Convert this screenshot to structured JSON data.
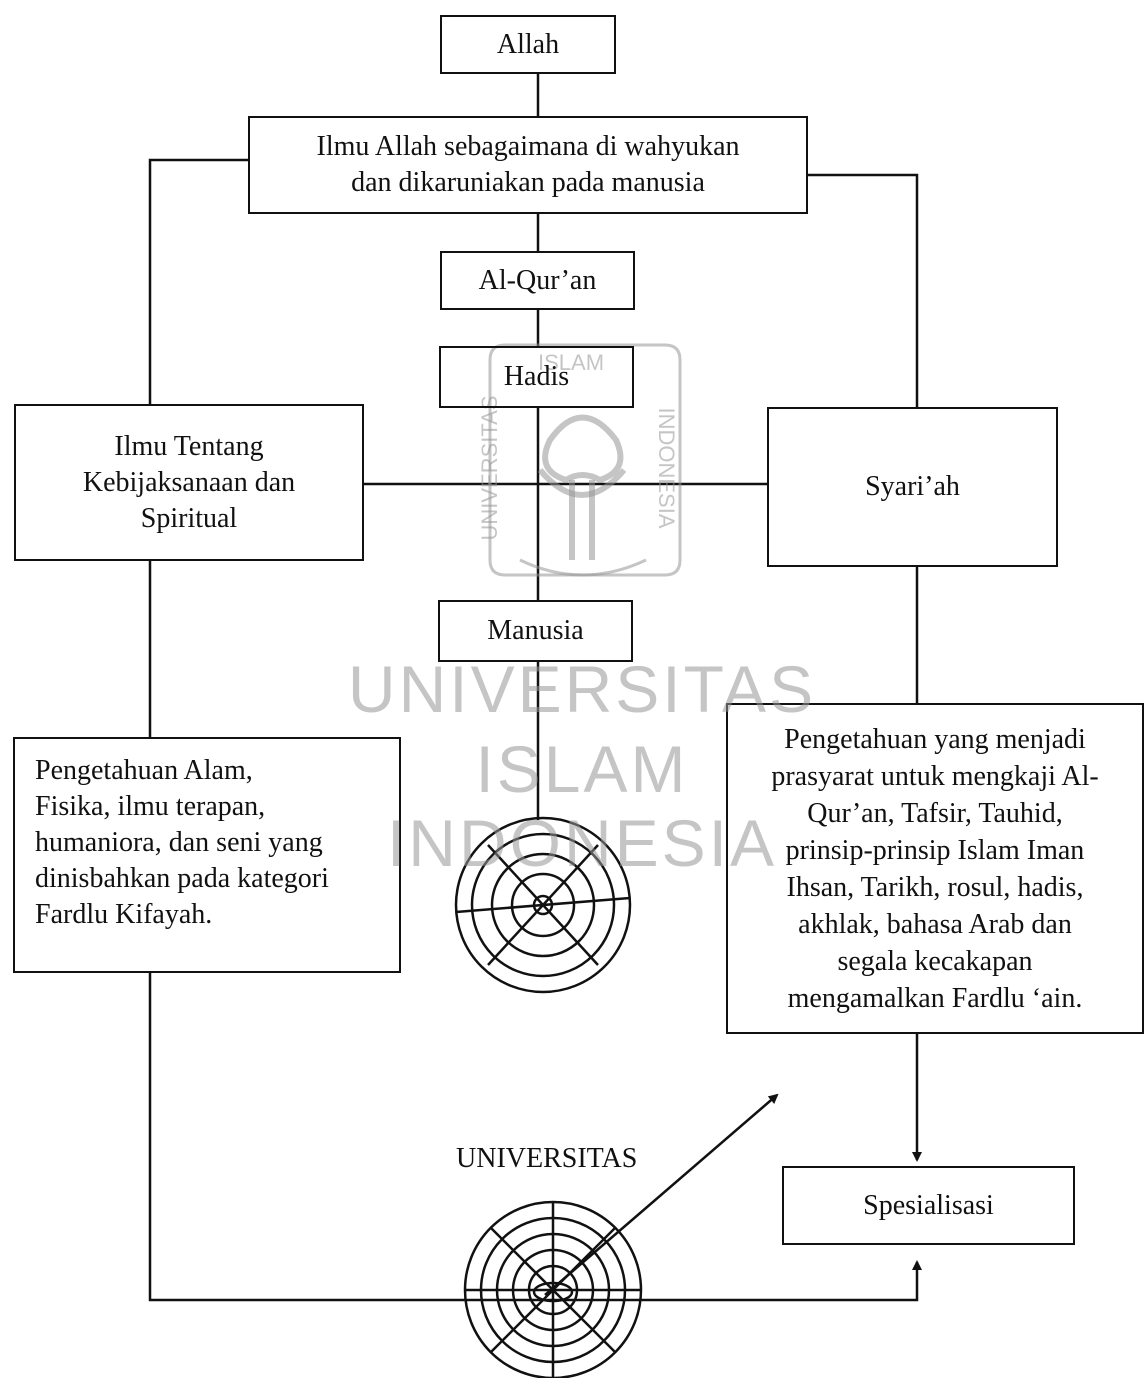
{
  "boxes": {
    "allah": "Allah",
    "ilmu_allah": "Ilmu Allah sebagaimana di wahyukan\ndan dikaruniakan pada manusia",
    "alquran": "Al-Qur’an",
    "hadis": "Hadis",
    "ilmu_tentang": "Ilmu Tentang\nKebijaksanaan dan\nSpiritual",
    "syariah": "Syari’ah",
    "manusia": "Manusia",
    "pengetahuan_alam": "Pengetahuan Alam,\nFisika, ilmu terapan,\nhumaniora, dan seni yang\ndinisbahkan pada kategori\nFardlu Kifayah.",
    "pengetahuan_prasyarat": "Pengetahuan yang menjadi\nprasyarat untuk mengkaji Al-\nQur’an, Tafsir, Tauhid,\nprinsip-prinsip Islam Iman\nIhsan, Tarikh, rosul, hadis,\nakhlak, bahasa Arab dan\nsegala kecakapan\nmengamalkan Fardlu ‘ain.",
    "spesialisasi": "Spesialisasi"
  },
  "labels": {
    "universitas": "UNIVERSITAS"
  },
  "watermark": {
    "line1": "UNIVERSITAS",
    "line2": "ISLAM",
    "line3": "INDONESIA",
    "ring_left": "UNIVERSITAS",
    "ring_top": "ISLAM",
    "ring_right": "INDONESIA"
  },
  "colors": {
    "line": "#111111",
    "watermark": "#969696"
  }
}
